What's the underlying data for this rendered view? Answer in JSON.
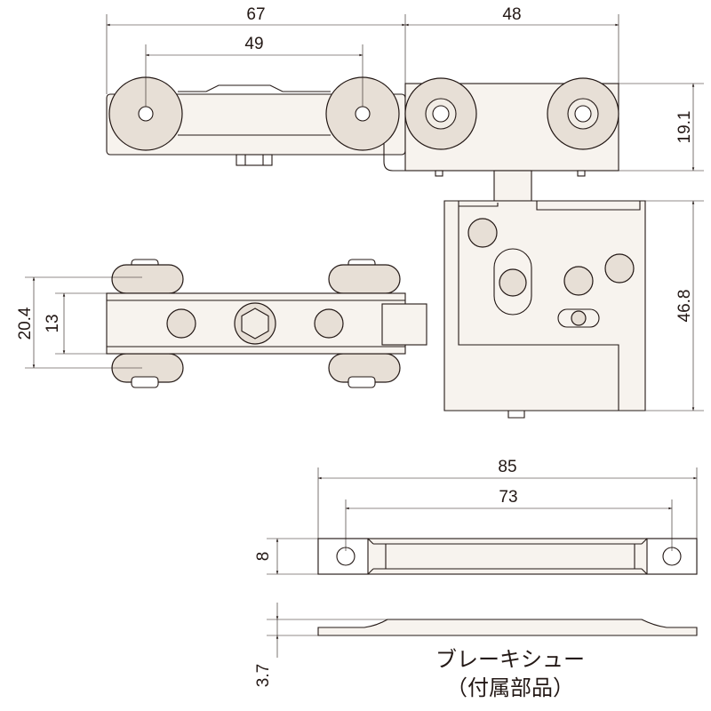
{
  "dimensions": {
    "top_overall_width": "67",
    "top_wheel_pitch": "49",
    "side_overall_width": "48",
    "side_wheel_height": "19.1",
    "bracket_height": "46.8",
    "bottom_overall_height": "20.4",
    "bottom_body_height": "13",
    "shoe_length": "85",
    "shoe_hole_pitch": "73",
    "shoe_width": "8",
    "shoe_thickness": "3.7"
  },
  "caption": {
    "name": "ブレーキシュー",
    "note": "（付属部品）"
  }
}
